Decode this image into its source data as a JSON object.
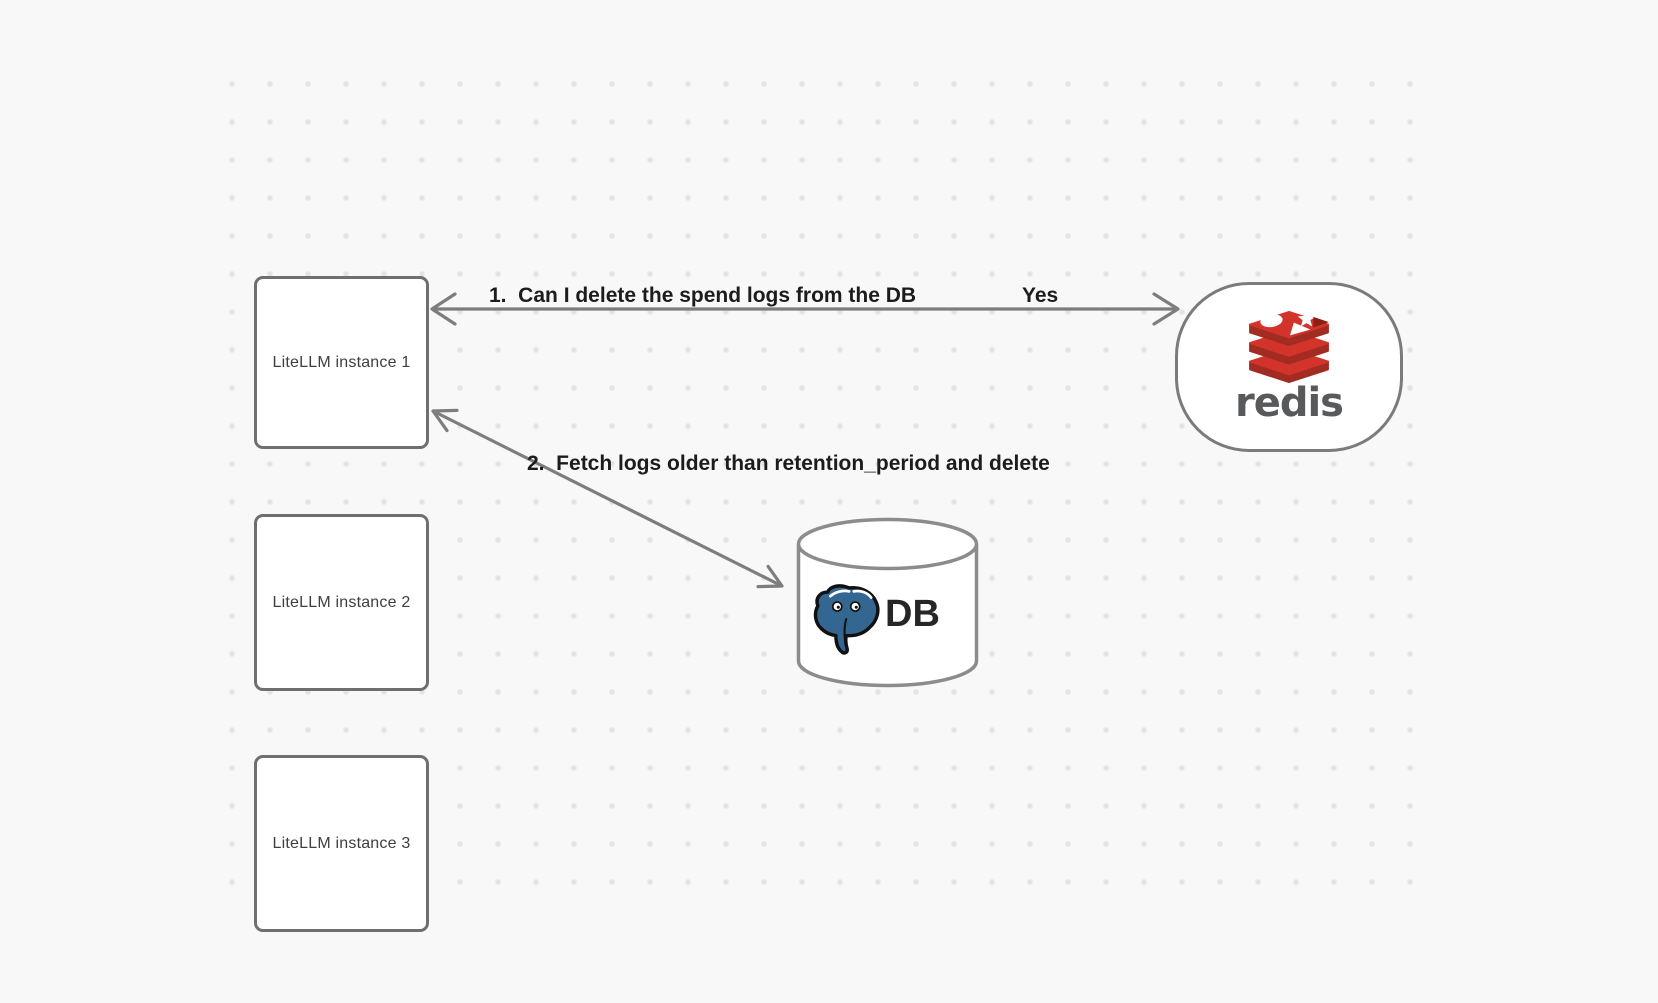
{
  "diagram": {
    "instances": [
      {
        "label": "LiteLLM instance 1"
      },
      {
        "label": "LiteLLM instance 2"
      },
      {
        "label": "LiteLLM instance 3"
      }
    ],
    "redis": {
      "wordmark": "redis"
    },
    "db": {
      "label": "DB"
    },
    "arrows": {
      "redis_question": {
        "label": "1.  Can I delete the spend logs from the DB",
        "answer": "Yes"
      },
      "db_action": {
        "label": "2.  Fetch logs older than retention_period and delete"
      }
    },
    "colors": {
      "background": "#f8f8f8",
      "dot": "#e5e4e4",
      "box_border": "#6f6f6f",
      "arrow": "#7d7d7d",
      "edge_label_text": "#1c1c1c",
      "box_text": "#3f3f3f",
      "redis_red": "#d2342c",
      "redis_red_dark": "#a32c22",
      "redis_wordmark_gray": "#58595b",
      "postgres_blue": "#336791",
      "db_text": "#262626"
    }
  }
}
